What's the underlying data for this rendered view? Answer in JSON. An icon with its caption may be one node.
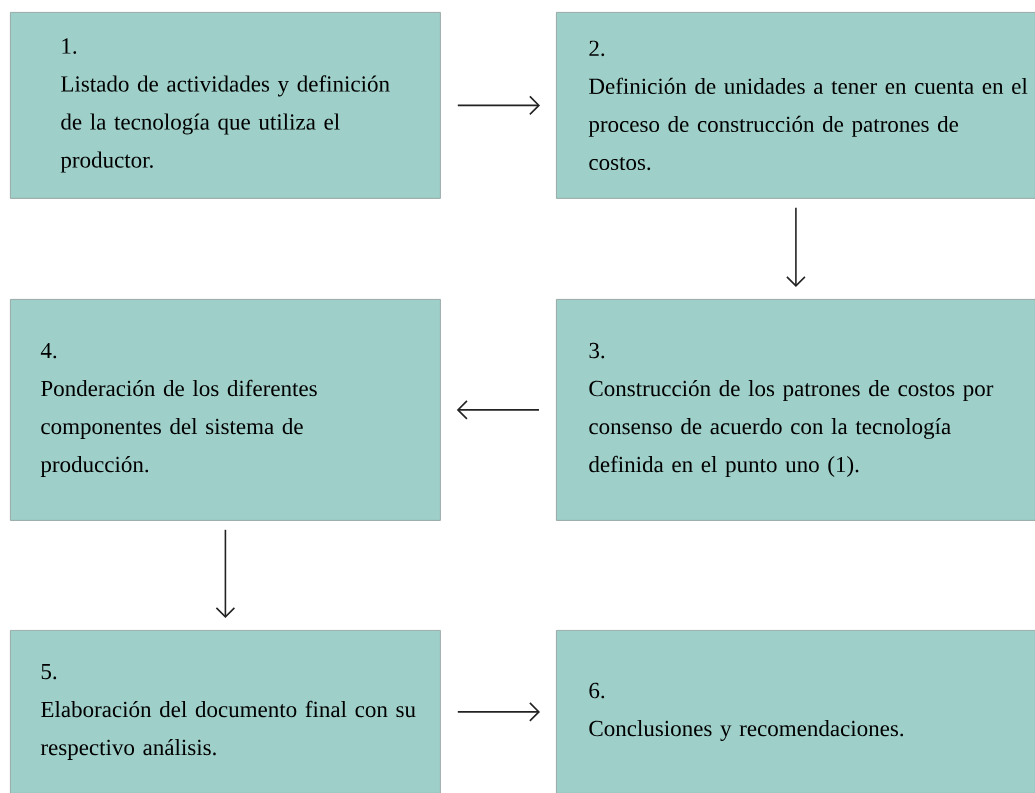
{
  "diagram": {
    "nodes": [
      {
        "text": [
          "1.",
          "Listado de actividades y definición de la tecnología que utiliza el productor."
        ]
      },
      {
        "text": [
          "2.",
          "Definición de unidades a tener en cuenta en el proceso de construcción de patrones de costos."
        ]
      },
      {
        "text": [
          "3.",
          "Construcción de los patrones de costos por consenso de acuerdo con la tecnología definida en el punto uno (1)."
        ]
      },
      {
        "text": [
          "4.",
          "Ponderación de los diferentes componentes del sistema de producción."
        ]
      },
      {
        "text": [
          "5.",
          "Elaboración del documento final con su respectivo análisis."
        ]
      },
      {
        "text": [
          "6.",
          "Conclusiones y recomendaciones."
        ]
      }
    ],
    "edges": [
      {
        "from": 0,
        "to": 1,
        "arrow": "to"
      },
      {
        "from": 1,
        "to": 2,
        "arrow": "to"
      },
      {
        "from": 2,
        "to": 3,
        "arrow": "to"
      },
      {
        "from": 3,
        "to": 4,
        "arrow": "to"
      },
      {
        "from": 4,
        "to": 5,
        "arrow": "to"
      }
    ]
  }
}
